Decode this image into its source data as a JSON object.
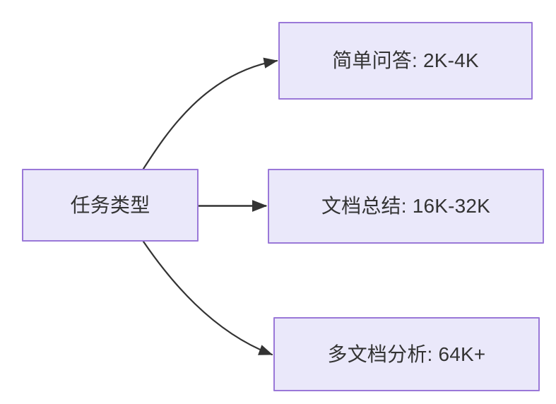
{
  "diagram": {
    "type": "flowchart",
    "direction": "left-to-right",
    "background_color": "#ffffff",
    "node_fill_color": "#eae8fa",
    "node_border_color": "#9a78d8",
    "node_text_color": "#333333",
    "edge_color": "#333333",
    "nodes": [
      {
        "id": "root",
        "label": "任务类型"
      },
      {
        "id": "simple-qa",
        "label": "简单问答: 2K-4K"
      },
      {
        "id": "doc-sum",
        "label": "文档总结: 16K-32K"
      },
      {
        "id": "multi-doc",
        "label": "多文档分析: 64K+"
      }
    ],
    "edges": [
      {
        "id": "edge-root-simple-qa",
        "from": "root",
        "to": "simple-qa",
        "label": "",
        "style": "curved",
        "arrow": "triangle"
      },
      {
        "id": "edge-root-doc-sum",
        "from": "root",
        "to": "doc-sum",
        "label": "",
        "style": "straight",
        "arrow": "triangle"
      },
      {
        "id": "edge-root-multi-doc",
        "from": "root",
        "to": "multi-doc",
        "label": "",
        "style": "curved",
        "arrow": "triangle"
      }
    ]
  }
}
